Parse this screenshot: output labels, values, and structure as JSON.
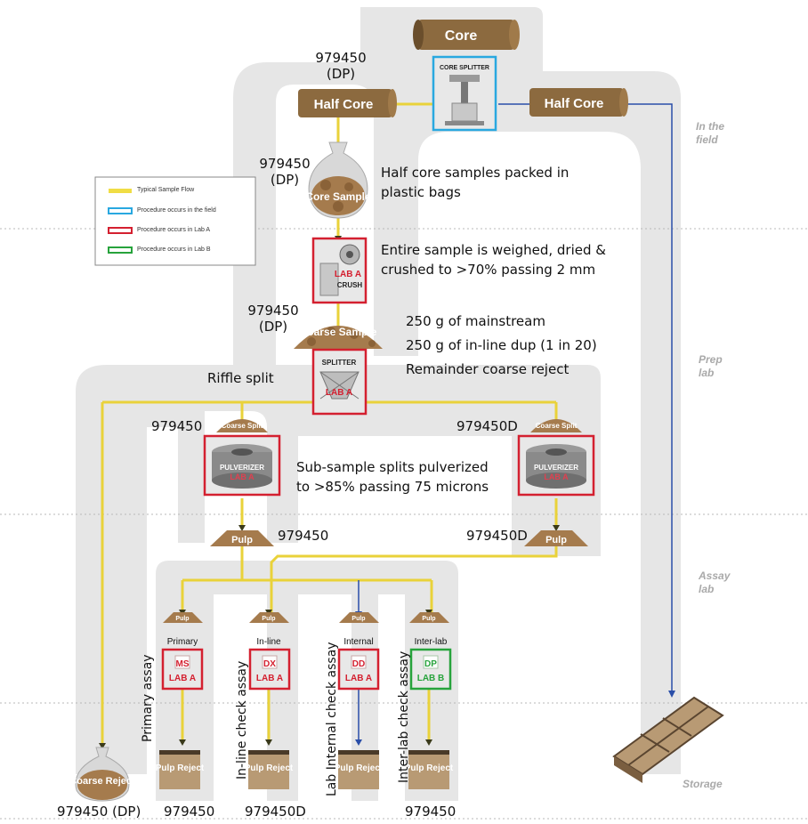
{
  "legend": {
    "items": [
      {
        "label": "Typical Sample Flow",
        "color": "#f0dd45"
      },
      {
        "label": "Procedure occurs in the field",
        "color": "#29a8e0"
      },
      {
        "label": "Procedure occurs in Lab A",
        "color": "#d42030"
      },
      {
        "label": "Procedure occurs in Lab B",
        "color": "#27a33c"
      }
    ]
  },
  "zones": {
    "field": "In the field",
    "prep": "Prep lab",
    "assay": "Assay lab",
    "storage": "Storage"
  },
  "nodes": {
    "core": "Core",
    "core_splitter": "CORE SPLITTER",
    "half_core_left": "Half Core",
    "half_core_right": "Half Core",
    "core_sample": "Core Sample",
    "lab_a_crush_top": "LAB A",
    "lab_a_crush_bottom": "CRUSH",
    "coarse_sample": "Coarse Sample",
    "splitter": "SPLITTER",
    "splitter_lab": "LAB A",
    "coarse_split": "Coarse Split",
    "pulverizer": "PULVERIZER",
    "pulverizer_lab": "LAB A",
    "pulp": "Pulp",
    "pulp_reject": "Pulp Reject",
    "coarse_reject": "Coarse Reject"
  },
  "assays": [
    {
      "label": "Primary",
      "code": "MS",
      "lab": "LAB A",
      "vertical": "Primary assay",
      "lab_color": "#d42030"
    },
    {
      "label": "In-line",
      "code": "DX",
      "lab": "LAB A",
      "vertical": "In-line check assay",
      "lab_color": "#d42030"
    },
    {
      "label": "Internal",
      "code": "DD",
      "lab": "LAB A",
      "vertical": "Lab Internal check assay",
      "lab_color": "#d42030"
    },
    {
      "label": "Inter-lab",
      "code": "DP",
      "lab": "LAB B",
      "vertical": "Inter-lab check assay",
      "lab_color": "#27a33c"
    }
  ],
  "ids": {
    "dp_half_core": "979450",
    "dp_half_core_tag": "(DP)",
    "dp_core_sample": "979450",
    "dp_core_sample_tag": "(DP)",
    "dp_coarse_sample": "979450",
    "dp_coarse_sample_tag": "(DP)",
    "left_split": "979450",
    "right_split": "979450D",
    "left_pulp": "979450",
    "right_pulp": "979450D",
    "bottom_coarse_reject": "979450 (DP)",
    "bottom_primary": "979450",
    "bottom_inline": "979450D",
    "bottom_interlab": "979450"
  },
  "notes": {
    "bags_line1": "Half core samples packed in",
    "bags_line2": "plastic bags",
    "crush_line1": "Entire sample is weighed, dried &",
    "crush_line2": "crushed to >70% passing 2 mm",
    "split_line1": "250 g of mainstream",
    "split_line2": "250 g of in-line dup (1 in 20)",
    "split_line3": "Remainder coarse reject",
    "riffle": "Riffle split",
    "pulverize_line1": "Sub-sample splits pulverized",
    "pulverize_line2": "to >85% passing 75 microns"
  }
}
